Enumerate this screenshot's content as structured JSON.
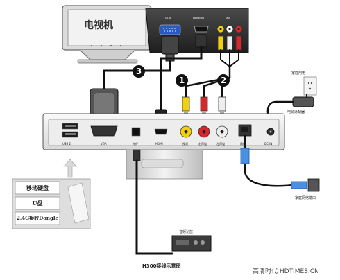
{
  "tv": {
    "label": "电视机"
  },
  "tv_panel": {
    "vga": "VGA",
    "hdmi_in": "HDMI IN",
    "av": "AV"
  },
  "callouts": [
    "1",
    "2",
    "3"
  ],
  "power": {
    "outlet_label": "家庭用电",
    "adapter_label": "电源适配器"
  },
  "network": {
    "label": "家庭网络端口"
  },
  "device_ports": {
    "usb": "USB 2",
    "vga": "VGA",
    "optical": "光纤",
    "hdmi": "HDMI",
    "video": "视频",
    "audio_r": "右声道",
    "audio_l": "左声道",
    "lan": "网络",
    "dc": "DC IN"
  },
  "usb_devices": [
    "移动硬盘",
    "U盘",
    "2.4G接收Dongle"
  ],
  "amplifier": {
    "label": "音频功放"
  },
  "caption": "H300接线示意图",
  "watermark": "高清时代 HDTIMES.CN"
}
